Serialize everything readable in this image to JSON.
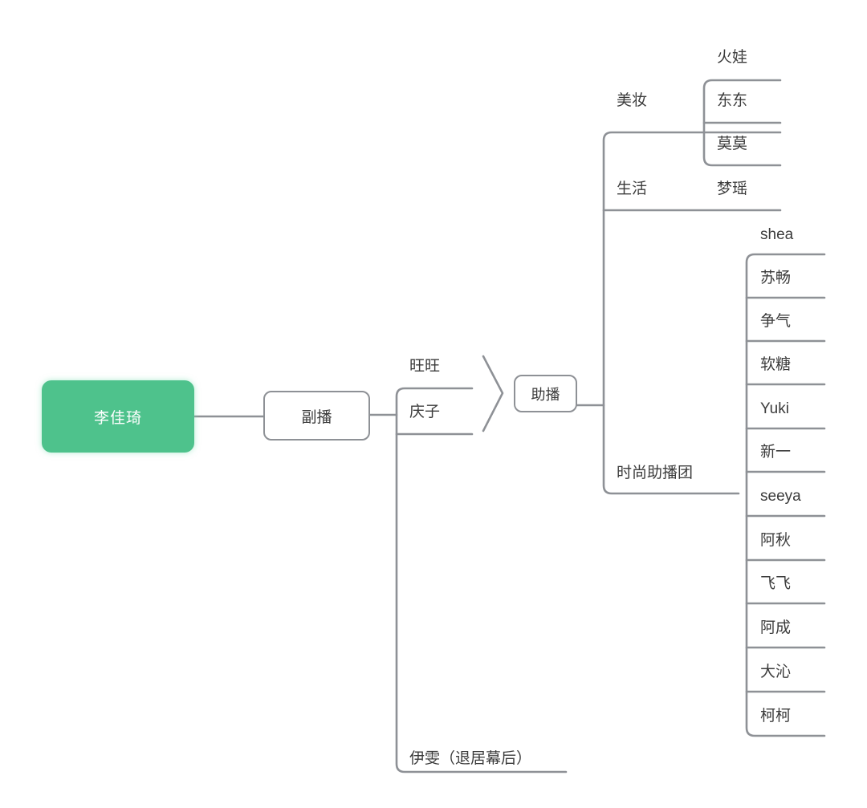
{
  "diagram": {
    "type": "mind-map",
    "title_node": "李佳琦",
    "accent_color": "#4ec28c",
    "line_color": "#8e9196",
    "text_color": "#3b3b3b",
    "background": "#ffffff",
    "root": {
      "label": "李佳琦",
      "style": "green-rounded-box"
    },
    "level1": [
      {
        "label": "副播",
        "style": "white-rounded-box"
      }
    ],
    "fuban_children": [
      {
        "label": "旺旺",
        "style": "plain-text"
      },
      {
        "label": "庆子",
        "style": "plain-text"
      },
      {
        "label": "伊雯（退居幕后）",
        "style": "plain-text"
      }
    ],
    "zhubo": {
      "label": "助播",
      "style": "white-rounded-box"
    },
    "zhubo_children": [
      {
        "label": "美妆",
        "members": [
          "火娃",
          "东东",
          "莫莫"
        ]
      },
      {
        "label": "生活",
        "members": [
          "梦瑶"
        ]
      },
      {
        "label": "时尚助播团",
        "members": [
          "shea",
          "苏畅",
          "争气",
          "软糖",
          "Yuki",
          "新一",
          "seeya",
          "阿秋",
          "飞飞",
          "阿成",
          "大沁",
          "柯柯"
        ]
      }
    ],
    "connector_icon": "chevron-right-icon"
  },
  "labels": {
    "root": "李佳琦",
    "fuban": "副播",
    "wangwang": "旺旺",
    "qingzi": "庆子",
    "yiwen": "伊雯（退居幕后）",
    "zhubo": "助播",
    "meizhuang": "美妆",
    "huowa": "火娃",
    "dongdong": "东东",
    "momo": "莫莫",
    "shenghuo": "生活",
    "mengyao": "梦瑶",
    "shishang": "时尚助播团",
    "t0": "shea",
    "t1": "苏畅",
    "t2": "争气",
    "t3": "软糖",
    "t4": "Yuki",
    "t5": "新一",
    "t6": "seeya",
    "t7": "阿秋",
    "t8": "飞飞",
    "t9": "阿成",
    "t10": "大沁",
    "t11": "柯柯"
  }
}
